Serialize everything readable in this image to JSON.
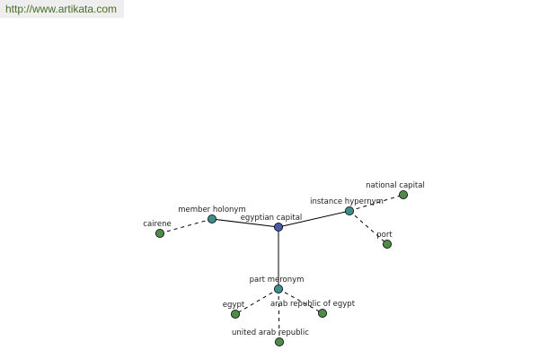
{
  "site": {
    "url_text": "http://www.artikata.com"
  },
  "colors": {
    "banner_text": "#4a6e25",
    "root_node": "#4b5aa8",
    "relation_node": "#3f8c8c",
    "term_node": "#4f8a4a"
  },
  "graph": {
    "nodes": [
      {
        "id": "egyptian-capital",
        "label": "egyptian capital",
        "kind": "root"
      },
      {
        "id": "member-holonym",
        "label": "member holonym",
        "kind": "relation"
      },
      {
        "id": "instance-hypernym",
        "label": "instance hypernym",
        "kind": "relation"
      },
      {
        "id": "part-meronym",
        "label": "part meronym",
        "kind": "relation"
      },
      {
        "id": "cairene",
        "label": "cairene",
        "kind": "term"
      },
      {
        "id": "national-capital",
        "label": "national capital",
        "kind": "term"
      },
      {
        "id": "port",
        "label": "port",
        "kind": "term"
      },
      {
        "id": "egypt",
        "label": "egypt",
        "kind": "term"
      },
      {
        "id": "arab-republic-of-egypt",
        "label": "arab republic of egypt",
        "kind": "term"
      },
      {
        "id": "united-arab-republic",
        "label": "united arab republic",
        "kind": "term"
      }
    ],
    "edges": [
      {
        "from": "egyptian-capital",
        "to": "member-holonym",
        "style": "solid"
      },
      {
        "from": "egyptian-capital",
        "to": "instance-hypernym",
        "style": "solid"
      },
      {
        "from": "egyptian-capital",
        "to": "part-meronym",
        "style": "solid"
      },
      {
        "from": "member-holonym",
        "to": "cairene",
        "style": "dashed"
      },
      {
        "from": "instance-hypernym",
        "to": "national-capital",
        "style": "dashed"
      },
      {
        "from": "instance-hypernym",
        "to": "port",
        "style": "dashed"
      },
      {
        "from": "part-meronym",
        "to": "egypt",
        "style": "dashed"
      },
      {
        "from": "part-meronym",
        "to": "arab-republic-of-egypt",
        "style": "dashed"
      },
      {
        "from": "part-meronym",
        "to": "united-arab-republic",
        "style": "dashed"
      }
    ]
  }
}
